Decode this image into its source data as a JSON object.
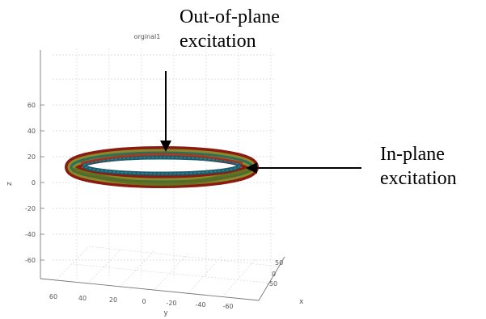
{
  "plot": {
    "title": "orginal1",
    "z_axis_label": "z",
    "y_axis_label": "y",
    "x_axis_label": "x",
    "z_ticks": [
      "60",
      "40",
      "20",
      "0",
      "-20",
      "-40",
      "-60"
    ],
    "y_ticks": [
      "60",
      "40",
      "20",
      "0",
      "-20",
      "-40",
      "-60"
    ],
    "x_ticks": [
      "50",
      "0",
      "-50"
    ],
    "grid": true
  },
  "annotations": {
    "out_of_plane": [
      "Out-of-plane",
      "excitation"
    ],
    "in_plane": [
      "In-plane",
      "excitation"
    ]
  },
  "colors": {
    "ring_outer": "#8b1a10",
    "ring_middle": "#8a8a2a",
    "ring_inner": "#1e5a6e",
    "grid": "#d8d8d8",
    "axis": "#777777",
    "arrow": "#000000"
  }
}
